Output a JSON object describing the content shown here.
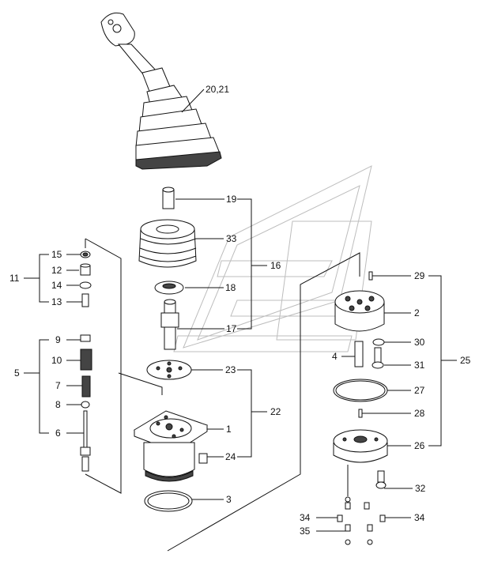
{
  "labels": {
    "l2021": "20,21",
    "l19": "19",
    "l33": "33",
    "l16": "16",
    "l18": "18",
    "l17": "17",
    "l23": "23",
    "l22": "22",
    "l1": "1",
    "l24": "24",
    "l3": "3",
    "l11": "11",
    "l15": "15",
    "l12": "12",
    "l14": "14",
    "l13": "13",
    "l5": "5",
    "l9": "9",
    "l10": "10",
    "l7": "7",
    "l8": "8",
    "l6": "6",
    "l29": "29",
    "l2": "2",
    "l30": "30",
    "l4": "4",
    "l31": "31",
    "l25": "25",
    "l27": "27",
    "l28": "28",
    "l26": "26",
    "l32": "32",
    "l34a": "34",
    "l34b": "34",
    "l35": "35"
  }
}
